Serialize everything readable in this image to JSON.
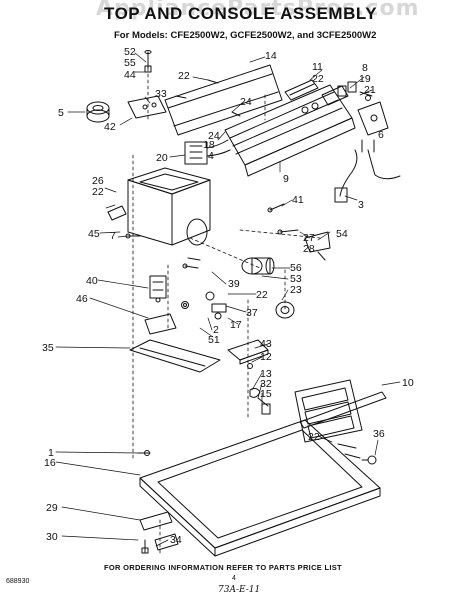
{
  "watermark": "AppliancePartsPros.com",
  "title": "TOP AND CONSOLE ASSEMBLY",
  "models": "For Models: CFE2500W2, GCFE2500W2, and 3CFE2500W2",
  "footer": "FOR ORDERING INFORMATION REFER TO PARTS PRICE LIST",
  "document_code": "688930",
  "page_number": "4",
  "handwritten_note": "73A-E-11",
  "callouts": [
    {
      "id": "c52",
      "text": "52"
    },
    {
      "id": "c55",
      "text": "55"
    },
    {
      "id": "c44",
      "text": "44"
    },
    {
      "id": "c33",
      "text": "33"
    },
    {
      "id": "c22a",
      "text": "22"
    },
    {
      "id": "c14",
      "text": "14"
    },
    {
      "id": "c11",
      "text": "11"
    },
    {
      "id": "c22b",
      "text": "22"
    },
    {
      "id": "c8",
      "text": "8"
    },
    {
      "id": "c19",
      "text": "19"
    },
    {
      "id": "c21",
      "text": "21"
    },
    {
      "id": "c5",
      "text": "5"
    },
    {
      "id": "c42",
      "text": "42"
    },
    {
      "id": "c24a",
      "text": "24"
    },
    {
      "id": "c24b",
      "text": "24"
    },
    {
      "id": "c18",
      "text": "18"
    },
    {
      "id": "c4",
      "text": "4"
    },
    {
      "id": "c20",
      "text": "20"
    },
    {
      "id": "c6",
      "text": "6"
    },
    {
      "id": "c9",
      "text": "9"
    },
    {
      "id": "c26",
      "text": "26"
    },
    {
      "id": "c22c",
      "text": "22"
    },
    {
      "id": "c3",
      "text": "3"
    },
    {
      "id": "c41",
      "text": "41"
    },
    {
      "id": "c45",
      "text": "45"
    },
    {
      "id": "c7",
      "text": "7"
    },
    {
      "id": "c27",
      "text": "27"
    },
    {
      "id": "c28",
      "text": "28"
    },
    {
      "id": "c54",
      "text": "54"
    },
    {
      "id": "c56",
      "text": "56"
    },
    {
      "id": "c53",
      "text": "53"
    },
    {
      "id": "c40",
      "text": "40"
    },
    {
      "id": "c39",
      "text": "39"
    },
    {
      "id": "c23",
      "text": "23"
    },
    {
      "id": "c22d",
      "text": "22"
    },
    {
      "id": "c46",
      "text": "46"
    },
    {
      "id": "c37",
      "text": "37"
    },
    {
      "id": "c17",
      "text": "17"
    },
    {
      "id": "c2",
      "text": "2"
    },
    {
      "id": "c51",
      "text": "51"
    },
    {
      "id": "c35",
      "text": "35"
    },
    {
      "id": "c43",
      "text": "43"
    },
    {
      "id": "c12",
      "text": "12"
    },
    {
      "id": "c13",
      "text": "13"
    },
    {
      "id": "c32",
      "text": "32"
    },
    {
      "id": "c15",
      "text": "15"
    },
    {
      "id": "c10",
      "text": "10"
    },
    {
      "id": "c22e",
      "text": "22"
    },
    {
      "id": "c36",
      "text": "36"
    },
    {
      "id": "c1",
      "text": "1"
    },
    {
      "id": "c16",
      "text": "16"
    },
    {
      "id": "c29",
      "text": "29"
    },
    {
      "id": "c30",
      "text": "30"
    },
    {
      "id": "c34",
      "text": "34"
    }
  ]
}
